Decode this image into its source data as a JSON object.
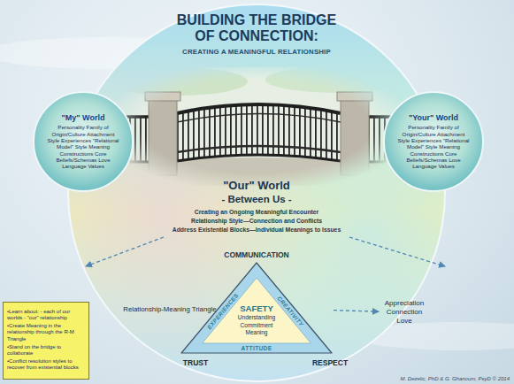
{
  "diagram": {
    "title": "BUILDING THE BRIDGE OF CONNECTION:",
    "nodes": [
      {
        "text": [
          "\"My\" World",
          "Personality Family of Origin/Culture Attachment Style Experiences \"Relational Model\" Style Meaning Constructions Core Beliefs/Schemas Love Language Values"
        ]
      },
      {
        "text": [
          "\"Your\" World",
          "Personality Family of Origin/Culture Attachment Style Experiences \"Relational Model\" Style Meaning Constructions Core Beliefs/Schemas Love Language Values"
        ]
      },
      {
        "text": [
          "COMMUNICATION",
          "EXPERIENCES",
          "CREATIVITY",
          "ATTITUDE",
          "TRUST",
          "RESPECT"
        ]
      },
      {
        "text": [
          "SAFETY",
          "Understanding Commitment Meaning"
        ],
        "in": 2
      },
      {
        "text": [
          "Appreciation Connection Love"
        ]
      },
      {
        "text": [
          "•Learn about: - each of our worlds - \"our\" relationship",
          "•Create Meaning in the relationship through the R-M Triangle",
          "•Stand on the bridge to collaborate",
          "•Conflict resolution styles to recover from existential blocks"
        ]
      }
    ],
    "edges": [
      {
        "from": 2,
        "to": 4,
        "arrow": "to"
      }
    ],
    "labels": [
      "CREATING A MEANINGFUL RELATIONSHIP",
      "\"Our\" World",
      "- Between Us -",
      "Creating an Ongoing Meaningful Encounter",
      "Relationship Style—Connection and Conflicts",
      "Address Existential Blocks—Individual Meanings to Issues",
      "Relationship-Meaning Triangle",
      "M. Dezelic, PhD & G. Ghanoum, PsyD © 2014"
    ]
  }
}
